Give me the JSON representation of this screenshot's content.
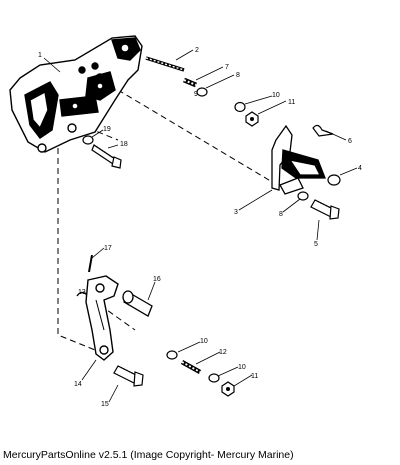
{
  "diagram": {
    "callouts": {
      "c1": "1",
      "c2": "2",
      "c3": "3",
      "c4": "4",
      "c5": "5",
      "c6": "6",
      "c7": "7",
      "c8a": "8",
      "c8b": "8",
      "c9": "9",
      "c10a": "10",
      "c10b": "10",
      "c10c": "10",
      "c11a": "11",
      "c11b": "11",
      "c12": "12",
      "c13": "13",
      "c14": "14",
      "c15": "15",
      "c16": "16",
      "c17": "17",
      "c18": "18",
      "c19": "19"
    }
  },
  "footer": {
    "copyright": "MercuryPartsOnline v2.5.1 (Image Copyright- Mercury Marine)"
  }
}
